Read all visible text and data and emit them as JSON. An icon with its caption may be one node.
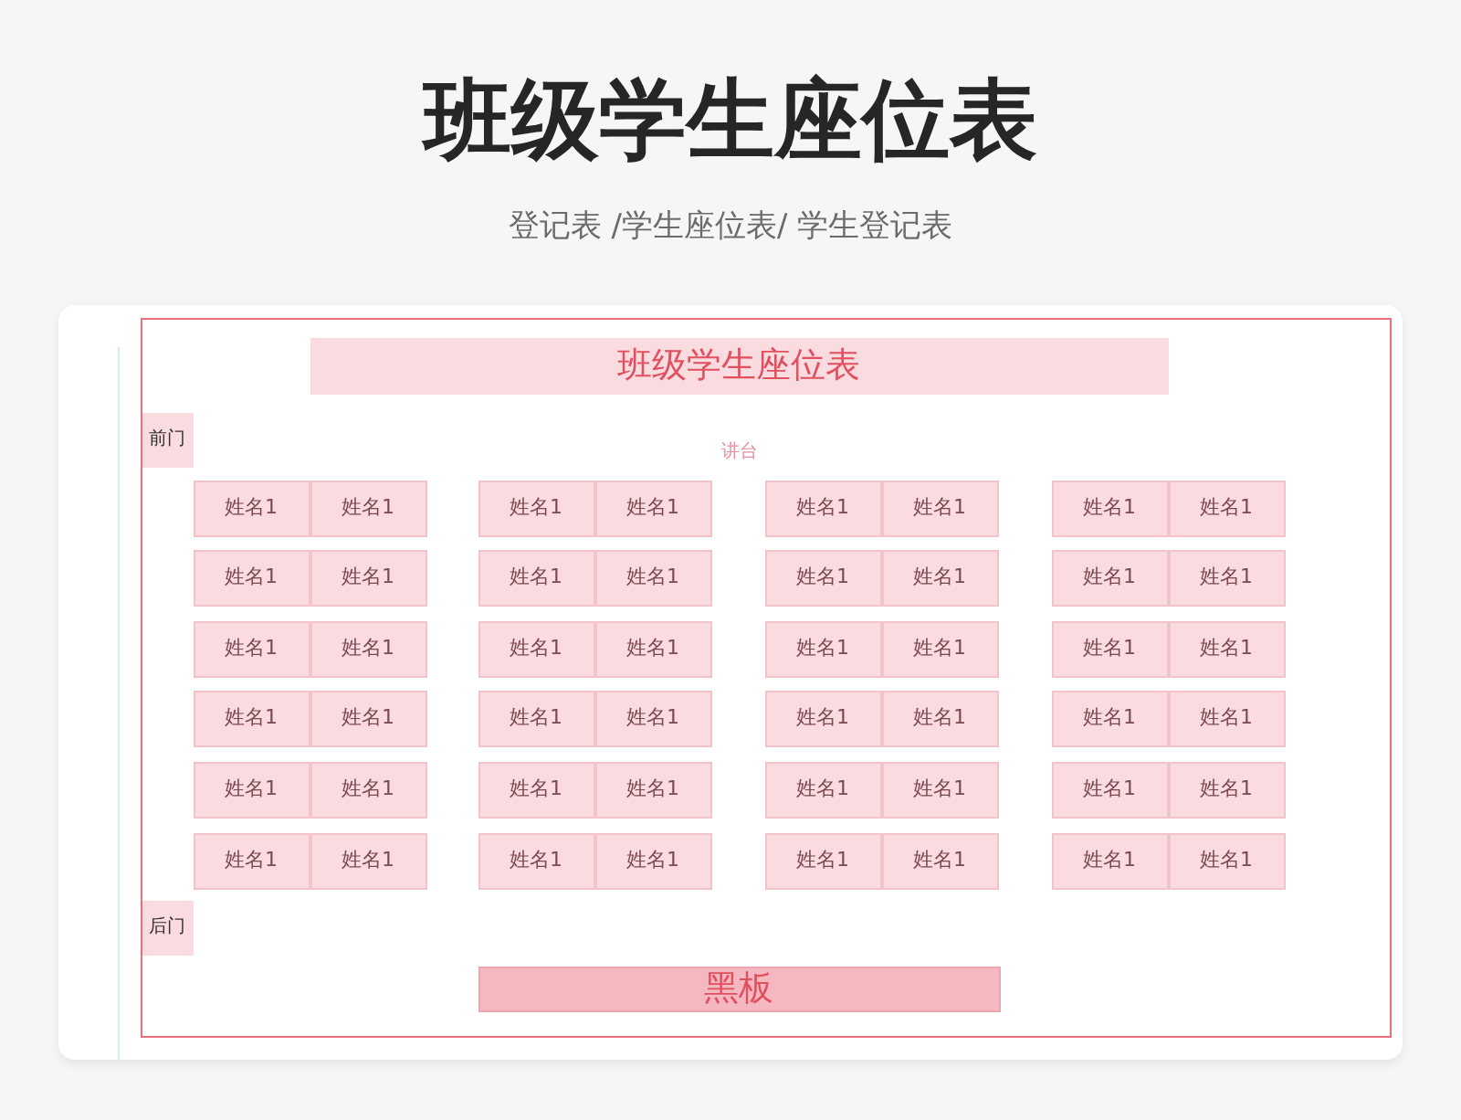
{
  "diagram": {
    "title": "班级学生座位表",
    "nodes": [
      {
        "text": [],
        "shape": "box"
      },
      {
        "text": [
          "班级学生座位表"
        ],
        "in": 0
      },
      {
        "text": [
          "前门"
        ],
        "in": 0
      },
      {
        "text": [
          "姓名1"
        ],
        "in": 0
      },
      {
        "text": [
          "姓名1"
        ],
        "in": 0
      },
      {
        "text": [
          "姓名1"
        ],
        "in": 0
      },
      {
        "text": [
          "姓名1"
        ],
        "in": 0
      },
      {
        "text": [
          "姓名1"
        ],
        "in": 0
      },
      {
        "text": [
          "姓名1"
        ],
        "in": 0
      },
      {
        "text": [
          "姓名1"
        ],
        "in": 0
      },
      {
        "text": [
          "姓名1"
        ],
        "in": 0
      },
      {
        "text": [
          "姓名1"
        ],
        "in": 0
      },
      {
        "text": [
          "姓名1"
        ],
        "in": 0
      },
      {
        "text": [
          "姓名1"
        ],
        "in": 0
      },
      {
        "text": [
          "姓名1"
        ],
        "in": 0
      },
      {
        "text": [
          "姓名1"
        ],
        "in": 0
      },
      {
        "text": [
          "姓名1"
        ],
        "in": 0
      },
      {
        "text": [
          "姓名1"
        ],
        "in": 0
      },
      {
        "text": [
          "姓名1"
        ],
        "in": 0
      },
      {
        "text": [
          "姓名1"
        ],
        "in": 0
      },
      {
        "text": [
          "姓名1"
        ],
        "in": 0
      },
      {
        "text": [
          "姓名1"
        ],
        "in": 0
      },
      {
        "text": [
          "姓名1"
        ],
        "in": 0
      },
      {
        "text": [
          "姓名1"
        ],
        "in": 0
      },
      {
        "text": [
          "姓名1"
        ],
        "in": 0
      },
      {
        "text": [
          "姓名1"
        ],
        "in": 0
      },
      {
        "text": [
          "姓名1"
        ],
        "in": 0
      },
      {
        "text": [
          "姓名1"
        ],
        "in": 0
      },
      {
        "text": [
          "姓名1"
        ],
        "in": 0
      },
      {
        "text": [
          "姓名1"
        ],
        "in": 0
      },
      {
        "text": [
          "姓名1"
        ],
        "in": 0
      },
      {
        "text": [
          "姓名1"
        ],
        "in": 0
      },
      {
        "text": [
          "姓名1"
        ],
        "in": 0
      },
      {
        "text": [
          "姓名1"
        ],
        "in": 0
      },
      {
        "text": [
          "姓名1"
        ],
        "in": 0
      },
      {
        "text": [
          "姓名1"
        ],
        "in": 0
      },
      {
        "text": [
          "姓名1"
        ],
        "in": 0
      },
      {
        "text": [
          "姓名1"
        ],
        "in": 0
      },
      {
        "text": [
          "姓名1"
        ],
        "in": 0
      },
      {
        "text": [
          "姓名1"
        ],
        "in": 0
      },
      {
        "text": [
          "姓名1"
        ],
        "in": 0
      },
      {
        "text": [
          "姓名1"
        ],
        "in": 0
      },
      {
        "text": [
          "姓名1"
        ],
        "in": 0
      },
      {
        "text": [
          "姓名1"
        ],
        "in": 0
      },
      {
        "text": [
          "姓名1"
        ],
        "in": 0
      },
      {
        "text": [
          "姓名1"
        ],
        "in": 0
      },
      {
        "text": [
          "姓名1"
        ],
        "in": 0
      },
      {
        "text": [
          "姓名1"
        ],
        "in": 0
      },
      {
        "text": [
          "姓名1"
        ],
        "in": 0
      },
      {
        "text": [
          "姓名1"
        ],
        "in": 0
      },
      {
        "text": [
          "姓名1"
        ],
        "in": 0
      },
      {
        "text": [
          "后门"
        ],
        "in": 0
      },
      {
        "text": [
          "黑板"
        ],
        "in": 0
      }
    ],
    "labels": [
      "登记表 /学生座位表/ 学生登记表",
      "讲台"
    ]
  }
}
